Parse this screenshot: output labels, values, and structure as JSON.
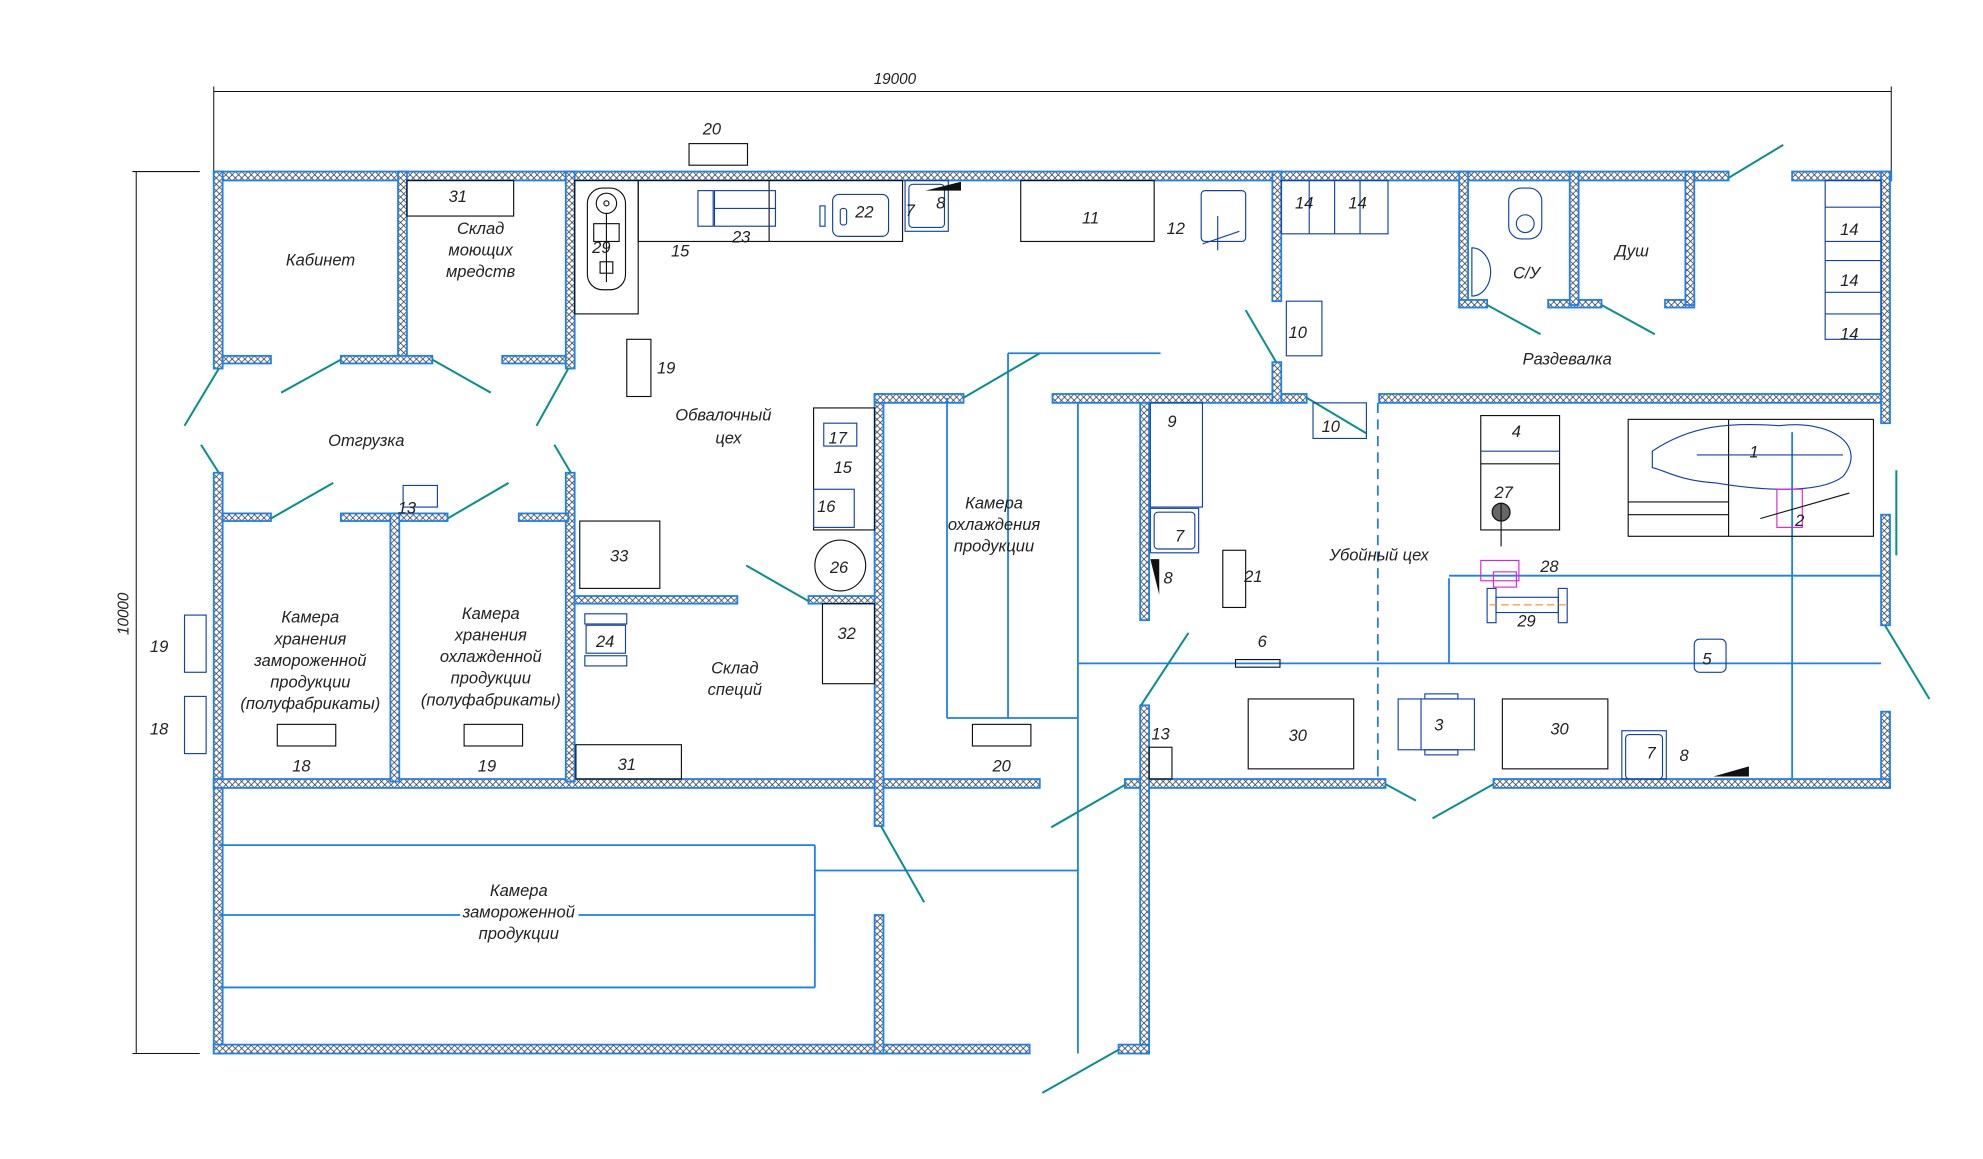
{
  "dimensions": {
    "width_label": "19000",
    "height_label": "10000"
  },
  "rooms": {
    "kabinet": [
      "Кабинет"
    ],
    "sklad_moyushchih": [
      "Склад",
      "моющих",
      "мредств"
    ],
    "otgruzka": [
      "Отгрузка"
    ],
    "obvalochny": [
      "Обвалочный",
      "цех"
    ],
    "kamera_ohlazhdeniya": [
      "Камера",
      "охлаждения",
      "продукции"
    ],
    "uboyny": [
      "Убойный цех"
    ],
    "razdevalka": [
      "Раздевалка"
    ],
    "su": [
      "С/У"
    ],
    "dush": [
      "Душ"
    ],
    "kamera_zam_polu": [
      "Камера",
      "хранения",
      "замороженной",
      "продукции",
      "(полуфабрикаты)"
    ],
    "kamera_ohl_polu": [
      "Камера",
      "хранения",
      "охлажденной",
      "продукции",
      "(полуфабрикаты)"
    ],
    "sklad_speciy": [
      "Склад",
      "специй"
    ],
    "kamera_zamorozhennoy": [
      "Камера",
      "замороженной",
      "продукции"
    ]
  },
  "equipment_numbers": [
    "20",
    "31",
    "29",
    "15",
    "23",
    "22",
    "7",
    "8",
    "11",
    "12",
    "14",
    "14",
    "14",
    "14",
    "14",
    "10",
    "19",
    "17",
    "15",
    "16",
    "13",
    "33",
    "26",
    "9",
    "10",
    "7",
    "8",
    "21",
    "4",
    "27",
    "1",
    "2",
    "28",
    "29",
    "6",
    "5",
    "32",
    "24",
    "19",
    "18",
    "18",
    "19",
    "31",
    "20",
    "13",
    "30",
    "3",
    "30",
    "7",
    "8"
  ],
  "colors": {
    "wall": "#1a7ff0",
    "door": "#0a8f8f",
    "equipment": "#1040b0",
    "highlight": "#e020e0"
  }
}
